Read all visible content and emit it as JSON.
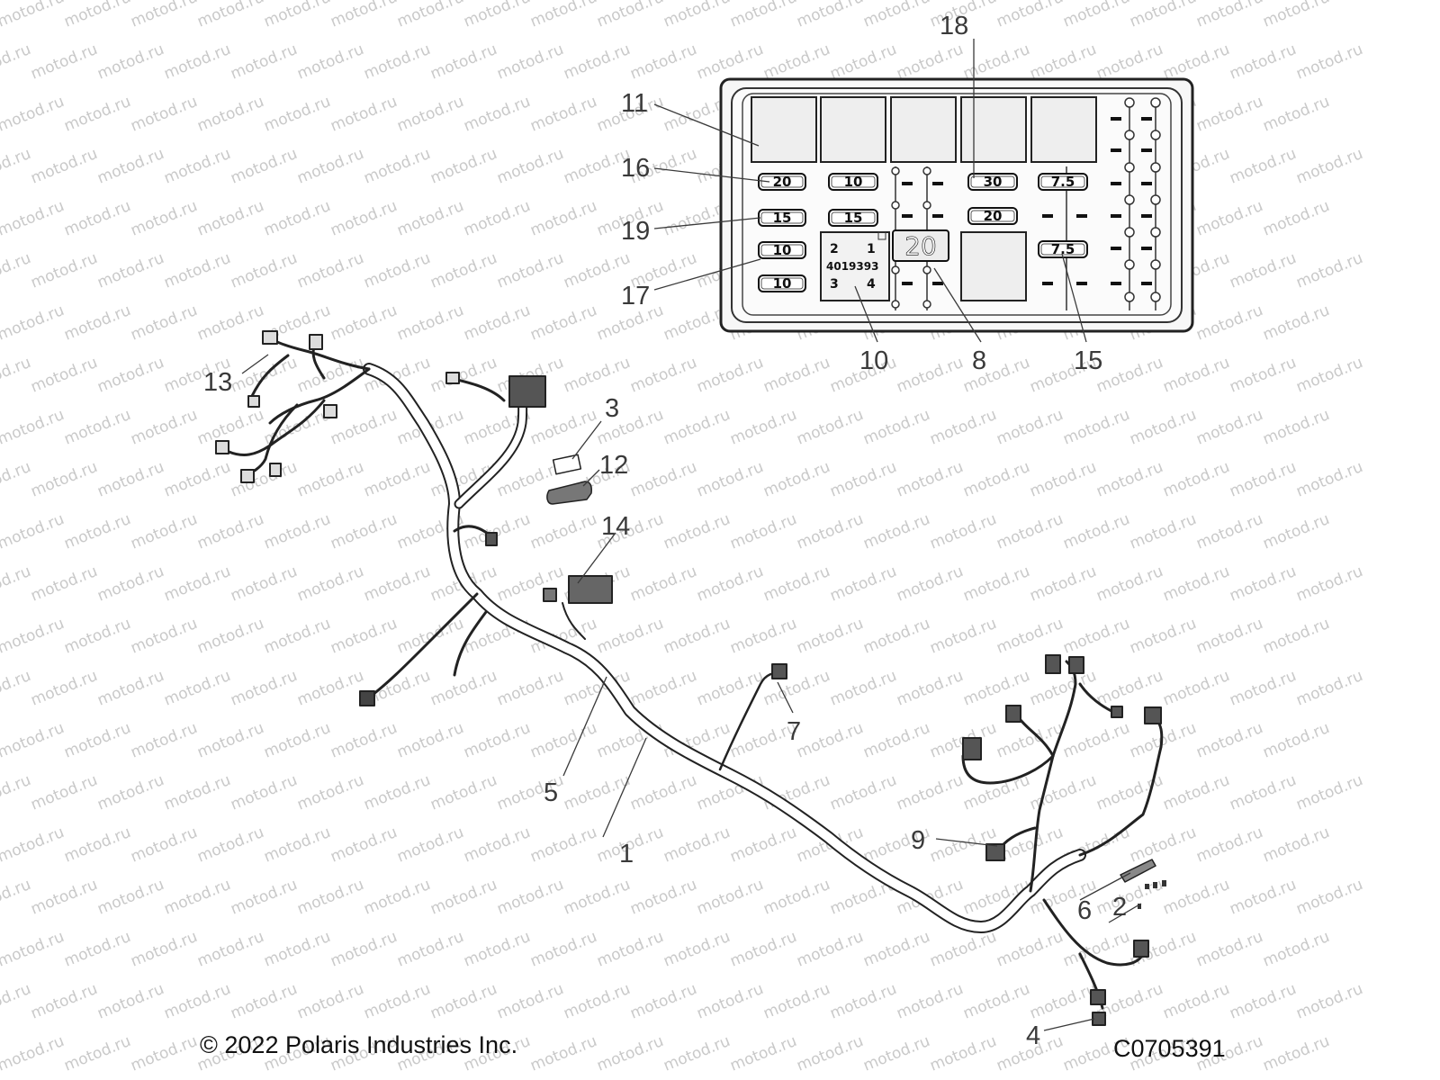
{
  "watermark": {
    "text": "motod.ru",
    "color": "#c9c9c9"
  },
  "footer": {
    "copyright": "© 2022 Polaris Industries Inc.",
    "figure_code": "C0705391"
  },
  "fuse_box": {
    "fuses": [
      {
        "id": "f1",
        "rating": "20"
      },
      {
        "id": "f2",
        "rating": "15"
      },
      {
        "id": "f3",
        "rating": "10"
      },
      {
        "id": "f4",
        "rating": "10"
      },
      {
        "id": "f5",
        "rating": "10"
      },
      {
        "id": "f6",
        "rating": "15"
      },
      {
        "id": "f7",
        "rating": "30"
      },
      {
        "id": "f8",
        "rating": "20"
      },
      {
        "id": "f9",
        "rating": "7.5"
      },
      {
        "id": "f10",
        "rating": "7.5"
      },
      {
        "id": "f11",
        "rating": "20"
      }
    ],
    "relay": {
      "pin_top_left": "2",
      "pin_top_right": "1",
      "part_number": "4019393",
      "pin_bottom_left": "3",
      "pin_bottom_right": "4"
    }
  },
  "callouts": [
    {
      "id": "c1",
      "label": "1"
    },
    {
      "id": "c2",
      "label": "2"
    },
    {
      "id": "c3",
      "label": "3"
    },
    {
      "id": "c4",
      "label": "4"
    },
    {
      "id": "c5",
      "label": "5"
    },
    {
      "id": "c6",
      "label": "6"
    },
    {
      "id": "c7",
      "label": "7"
    },
    {
      "id": "c8",
      "label": "8"
    },
    {
      "id": "c9",
      "label": "9"
    },
    {
      "id": "c10",
      "label": "10"
    },
    {
      "id": "c11",
      "label": "11"
    },
    {
      "id": "c12",
      "label": "12"
    },
    {
      "id": "c13",
      "label": "13"
    },
    {
      "id": "c14",
      "label": "14"
    },
    {
      "id": "c15",
      "label": "15"
    },
    {
      "id": "c16",
      "label": "16"
    },
    {
      "id": "c17",
      "label": "17"
    },
    {
      "id": "c18",
      "label": "18"
    },
    {
      "id": "c19",
      "label": "19"
    }
  ]
}
